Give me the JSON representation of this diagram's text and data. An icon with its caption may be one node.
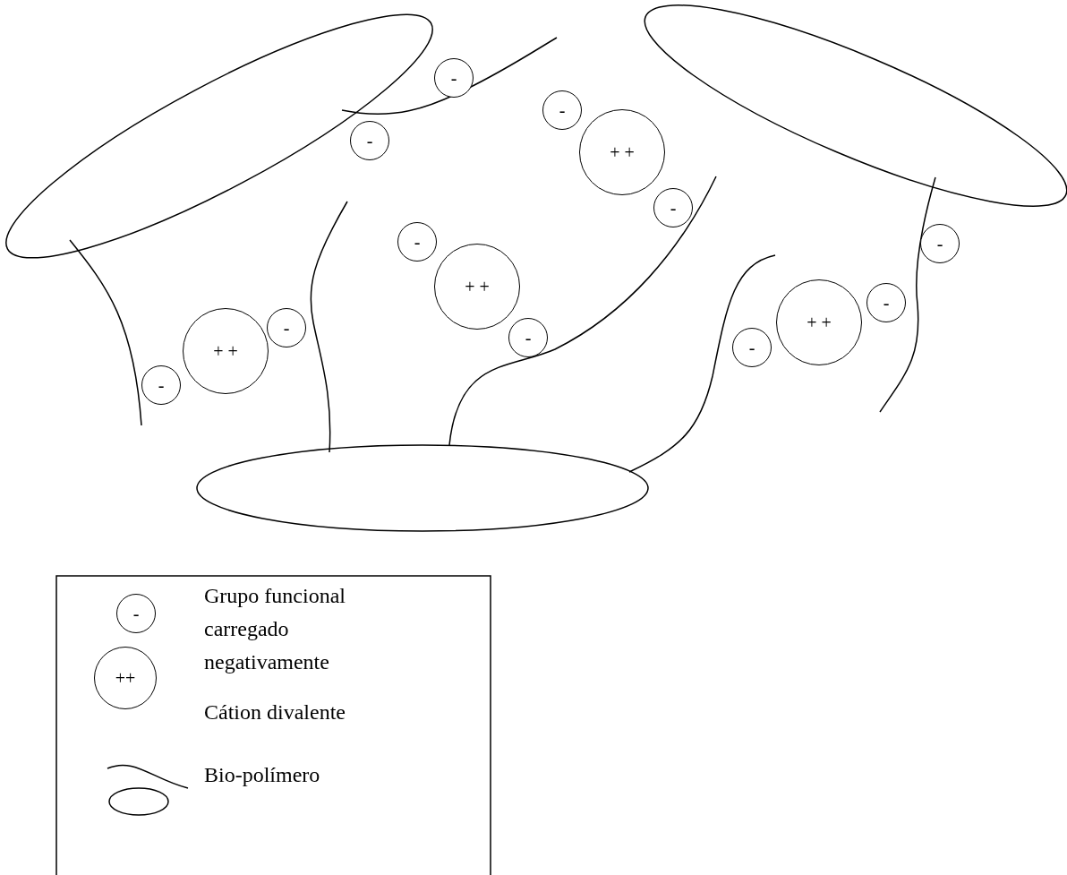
{
  "diagram": {
    "nodes": [
      {
        "text": [
          "-"
        ]
      },
      {
        "text": [
          "-"
        ]
      },
      {
        "text": [
          "-"
        ]
      },
      {
        "text": [
          "+ +"
        ]
      },
      {
        "text": [
          "-"
        ]
      },
      {
        "text": [
          "-"
        ]
      },
      {
        "text": [
          "-"
        ]
      },
      {
        "text": [
          "+ +"
        ]
      },
      {
        "text": [
          "-"
        ]
      },
      {
        "text": [
          "+ +"
        ]
      },
      {
        "text": [
          "-"
        ]
      },
      {
        "text": [
          "-"
        ]
      },
      {
        "text": [
          "-"
        ]
      },
      {
        "text": [
          "+ +"
        ]
      },
      {
        "text": [
          "-"
        ]
      }
    ],
    "labels": [
      "-",
      "++"
    ],
    "legend": [
      {
        "text": "Grupo funcional carregado negativamente"
      },
      {
        "text": "Cátion divalente"
      },
      {
        "text": "Bio-polímero"
      }
    ]
  }
}
